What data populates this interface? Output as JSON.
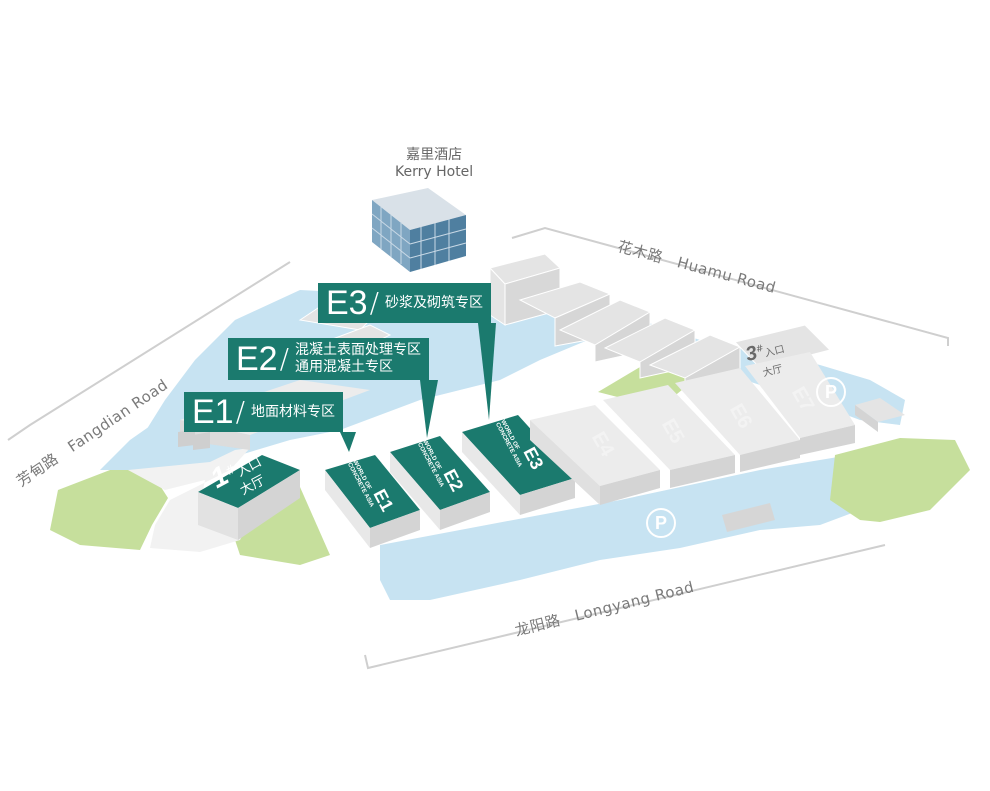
{
  "hotel": {
    "name_cn": "嘉里酒店",
    "name_en": "Kerry Hotel"
  },
  "roads": {
    "north": {
      "cn": "花木路",
      "en": "Huamu Road"
    },
    "west": {
      "cn": "芳甸路",
      "en": "Fangdian Road"
    },
    "south": {
      "cn": "龙阳路",
      "en": "Longyang Road"
    }
  },
  "callouts": [
    {
      "code": "E3",
      "desc_lines": [
        "砂浆及砌筑专区"
      ]
    },
    {
      "code": "E2",
      "desc_lines": [
        "混凝土表面处理专区",
        "通用混凝土专区"
      ]
    },
    {
      "code": "E1",
      "desc_lines": [
        "地面材料专区"
      ]
    }
  ],
  "entrances": {
    "entry1": {
      "num": "1",
      "mark": "#",
      "line1": "入口",
      "line2": "大厅"
    },
    "entry3": {
      "num": "3",
      "mark": "#",
      "line1": "入口",
      "line2": "大厅"
    }
  },
  "halls_green": [
    {
      "code": "E1",
      "logo": "WORLD OF CONCRETE ASIA"
    },
    {
      "code": "E2",
      "logo": "WORLD OF CONCRETE ASIA"
    },
    {
      "code": "E3",
      "logo": "WORLD OF CONCRETE ASIA"
    }
  ],
  "halls_gray": [
    "E4",
    "E5",
    "E6",
    "E7"
  ],
  "parking_symbol": "P",
  "colors": {
    "accent": "#1b7a6e",
    "water": "#c7e3f2",
    "grass": "#c6df9c",
    "building": "#e8e8e8",
    "road": "#d0d0d0"
  }
}
